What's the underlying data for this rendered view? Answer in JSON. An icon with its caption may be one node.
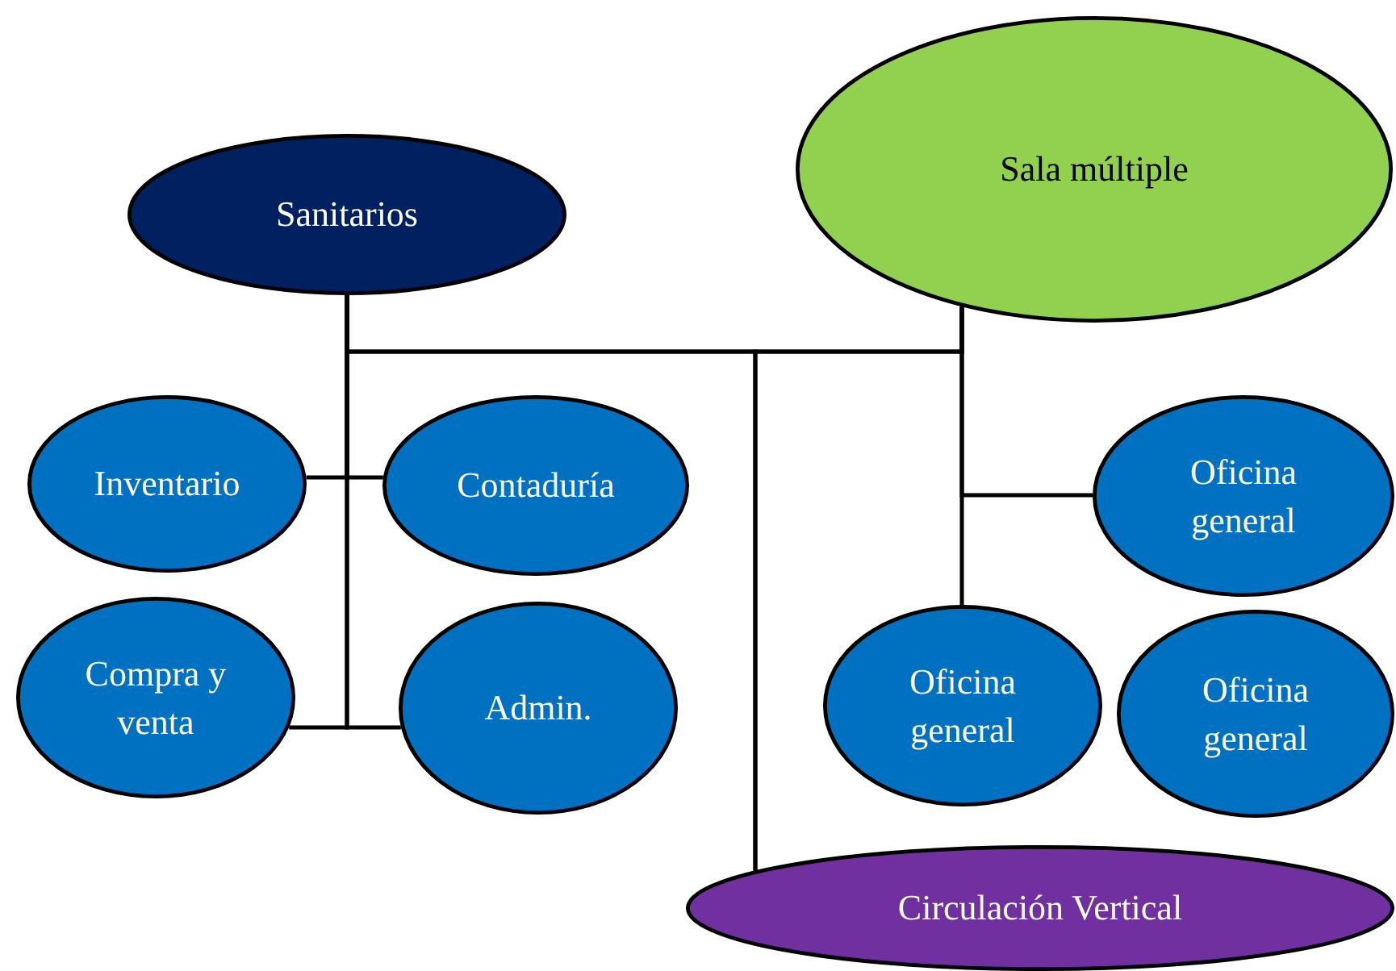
{
  "diagram": {
    "nodes": [
      {
        "text": [
          "Sanitarios"
        ]
      },
      {
        "text": [
          "Sala múltiple"
        ]
      },
      {
        "text": [
          "Inventario"
        ]
      },
      {
        "text": [
          "Contaduría"
        ]
      },
      {
        "text": [
          "Compra y venta"
        ]
      },
      {
        "text": [
          "Admin."
        ]
      },
      {
        "text": [
          "Oficina general"
        ]
      },
      {
        "text": [
          "Oficina general"
        ]
      },
      {
        "text": [
          "Oficina general"
        ]
      },
      {
        "text": [
          "Circulación Vertical"
        ]
      }
    ],
    "edges": [
      {
        "from": 0,
        "to": 1,
        "arrow": "none"
      },
      {
        "from": 0,
        "to": 2,
        "arrow": "none"
      },
      {
        "from": 0,
        "to": 3,
        "arrow": "none"
      },
      {
        "from": 0,
        "to": 4,
        "arrow": "none"
      },
      {
        "from": 0,
        "to": 5,
        "arrow": "none"
      },
      {
        "from": 1,
        "to": 6,
        "arrow": "none"
      },
      {
        "from": 1,
        "to": 7,
        "arrow": "none"
      },
      {
        "from": 0,
        "to": 9,
        "arrow": "none"
      },
      {
        "from": 1,
        "to": 9,
        "arrow": "none"
      }
    ]
  }
}
